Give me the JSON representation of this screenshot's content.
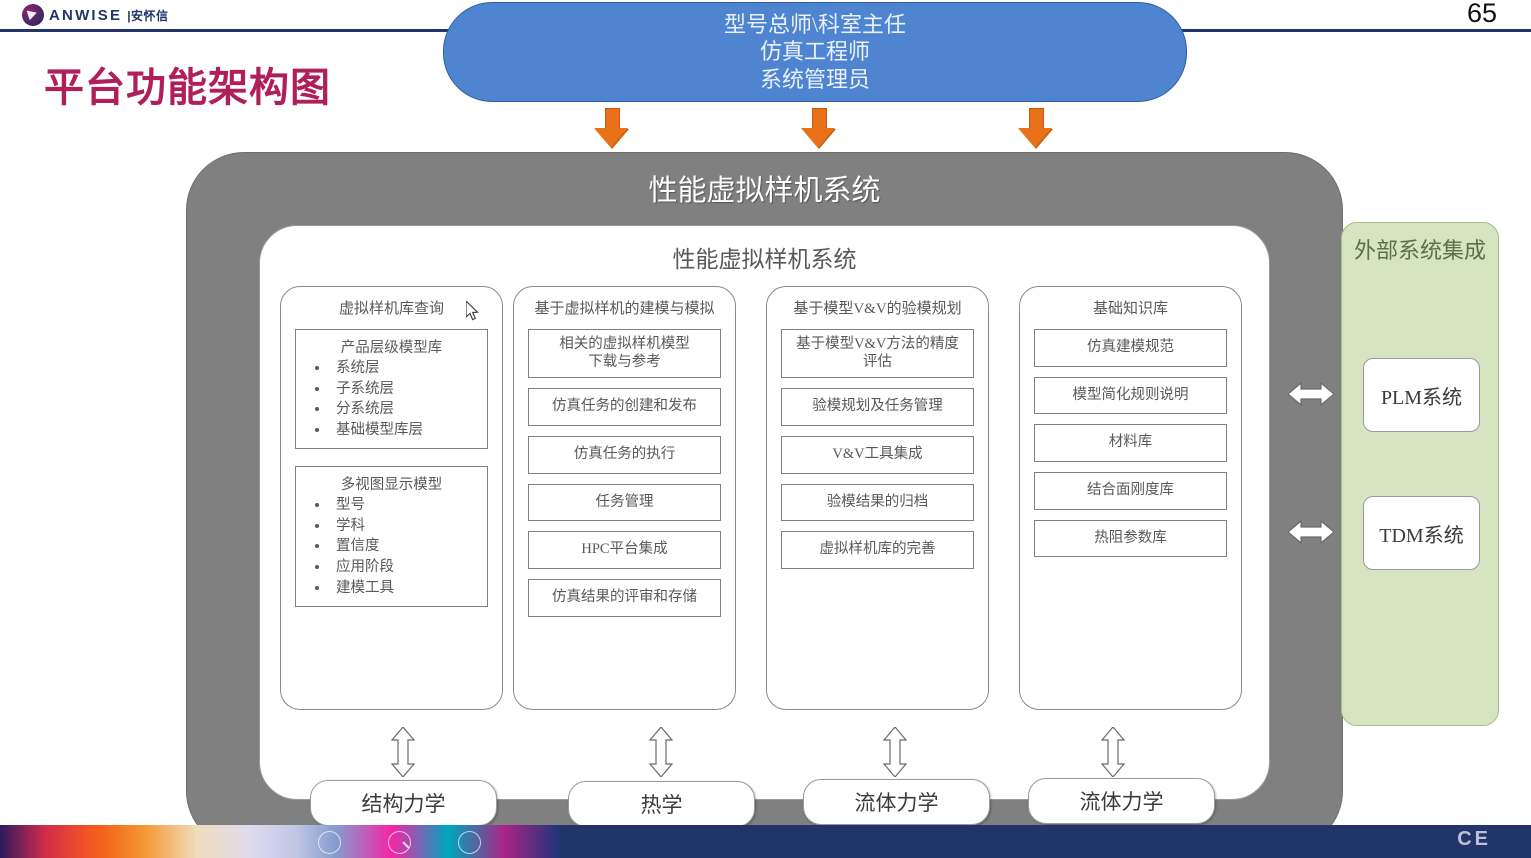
{
  "header": {
    "logo_text": "ANWISE",
    "logo_cn": "|安怀信",
    "logo_icon": "anwise-logo-icon",
    "page_number": "65"
  },
  "slide": {
    "title": "平台功能架构图"
  },
  "roles_banner": {
    "lines": [
      "型号总师\\科室主任",
      "仿真工程师",
      "系统管理员"
    ],
    "fill": "#4F85D0",
    "text_color": "#EAF1FB"
  },
  "arrows": {
    "down_arrow_color": "#E8711A",
    "down_arrow_count": 3
  },
  "gray_frame": {
    "title": "性能虚拟样机系统",
    "fill": "#808080"
  },
  "inner_panel": {
    "title": "性能虚拟样机系统",
    "fill": "#FFFFFF"
  },
  "columns": [
    {
      "title": "虚拟样机库查询",
      "groups": [
        {
          "title": "产品层级模型库",
          "items": [
            "系统层",
            "子系统层",
            "分系统层",
            "基础模型库层"
          ]
        },
        {
          "title": "多视图显示模型",
          "items": [
            "型号",
            "学科",
            "置信度",
            "应用阶段",
            "建模工具"
          ]
        }
      ]
    },
    {
      "title": "基于虚拟样机的建模与模拟",
      "nodes": [
        "相关的虚拟样机模型\n下载与参考",
        "仿真任务的创建和发布",
        "仿真任务的执行",
        "任务管理",
        "HPC平台集成",
        "仿真结果的评审和存储"
      ]
    },
    {
      "title": "基于模型V&V的验模规划",
      "nodes": [
        "基于模型V&V方法的精度\n评估",
        "验模规划及任务管理",
        "V&V工具集成",
        "验模结果的归档",
        "虚拟样机库的完善"
      ]
    },
    {
      "title": "基础知识库",
      "nodes": [
        "仿真建模规范",
        "模型简化规则说明",
        "材料库",
        "结合面刚度库",
        "热阻参数库"
      ]
    }
  ],
  "external_panel": {
    "title": "外部系统集成",
    "fill": "#D6E4C2",
    "nodes": [
      "PLM系统",
      "TDM系统"
    ]
  },
  "disciplines": [
    "结构力学",
    "热学",
    "流体力学",
    "流体力学"
  ],
  "taskbar": {
    "icons": [
      "browser-icon",
      "search-icon",
      "cortana-icon"
    ],
    "right_label": "CE"
  },
  "cursor": {
    "icon": "mouse-pointer-icon"
  }
}
